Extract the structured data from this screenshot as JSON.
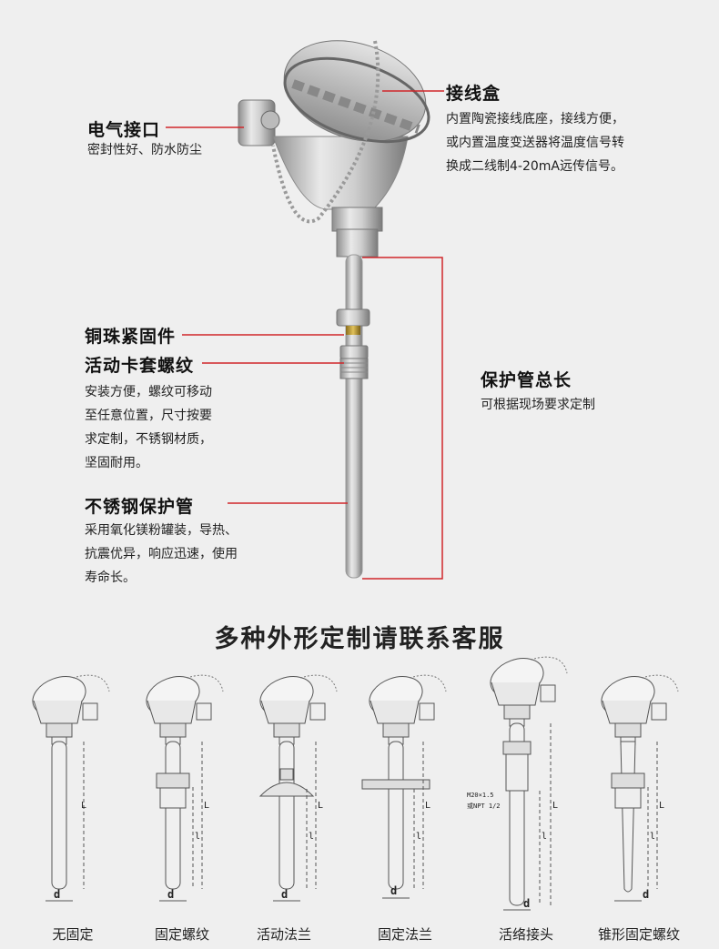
{
  "callouts": {
    "interface": {
      "title": "电气接口",
      "desc": "密封性好、防水防尘"
    },
    "junction_box": {
      "title": "接线盒",
      "desc_lines": [
        "内置陶瓷接线底座，接线方便，",
        "或内置温度变送器将温度信号转",
        "换成二线制4-20mA远传信号。"
      ]
    },
    "copper_bead": {
      "title": "铜珠紧固件"
    },
    "ferrule_thread": {
      "title": "活动卡套螺纹",
      "desc_lines": [
        "安装方便，螺纹可移动",
        "至任意位置，尺寸按要",
        "求定制，不锈钢材质，",
        "坚固耐用。"
      ]
    },
    "protect_length": {
      "title": "保护管总长",
      "desc": "可根据现场要求定制"
    },
    "steel_tube": {
      "title": "不锈钢保护管",
      "desc_lines": [
        "采用氧化镁粉罐装，导热、",
        "抗震优异，响应迅速，使用",
        "寿命长。"
      ]
    }
  },
  "section_title": "多种外形定制请联系客服",
  "variants": [
    {
      "label": "无固定",
      "dim_L": "L",
      "dim_d": "d"
    },
    {
      "label": "固定螺纹",
      "dim_L": "L",
      "dim_l": "l",
      "dim_d": "d"
    },
    {
      "label": "活动法兰",
      "dim_L": "L",
      "dim_l": "l",
      "dim_d": "d"
    },
    {
      "label": "固定法兰",
      "dim_L": "L",
      "dim_l": "l",
      "dim_d": "d"
    },
    {
      "label": "活络接头",
      "dim_L": "L",
      "dim_l": "l",
      "dim_d": "d",
      "thread_1": "M20×1.5",
      "thread_2": "或NPT 1/2"
    },
    {
      "label": "锥形固定螺纹",
      "dim_L": "L",
      "dim_l": "l",
      "dim_d": "d"
    }
  ],
  "colors": {
    "accent_line": "#d0262a",
    "metal": "#c8c8c8",
    "background": "#efefef"
  }
}
